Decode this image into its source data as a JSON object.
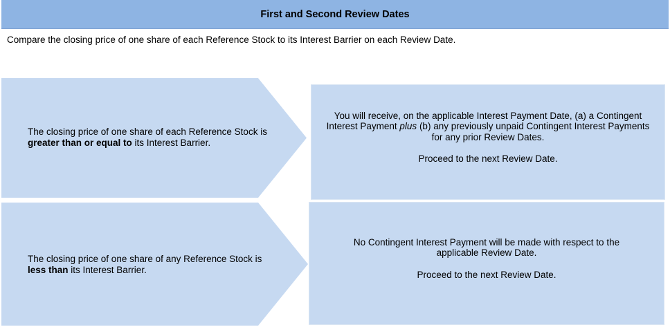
{
  "header": {
    "title": "First and Second Review Dates"
  },
  "intro": "Compare the closing price of one share of each Reference Stock to its Interest Barrier on each Review Date.",
  "conditions": [
    {
      "before": "The closing price of one share of each Reference Stock is ",
      "emphasis": "greater than or equal to",
      "after": " its Interest Barrier."
    },
    {
      "before": "The closing price of one share of any Reference Stock is ",
      "emphasis": "less than",
      "after": " its Interest Barrier."
    }
  ],
  "outcomes": [
    {
      "part1": "You will receive, on the applicable Interest Payment Date, (a) a Contingent Interest Payment ",
      "italic": "plus",
      "part2": " (b) any previously unpaid Contingent Interest Payments for any prior Review Dates.",
      "proceed": "Proceed to the next Review Date."
    },
    {
      "text": "No Contingent Interest Payment will be made with respect to the applicable Review Date.",
      "proceed": "Proceed to the next Review Date."
    }
  ],
  "colors": {
    "header": "#8eb4e3",
    "shape_fill": "#c6d9f1"
  }
}
